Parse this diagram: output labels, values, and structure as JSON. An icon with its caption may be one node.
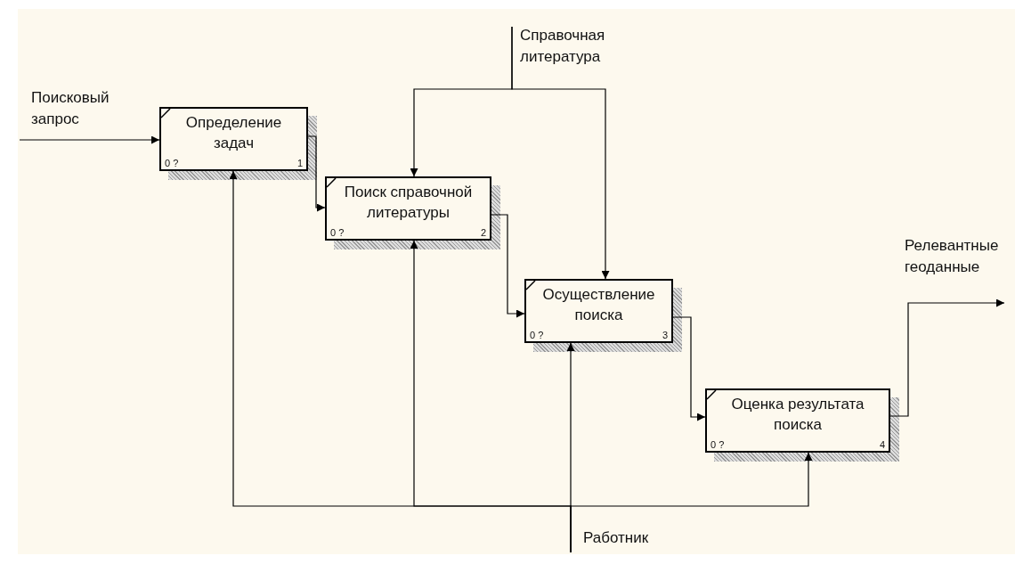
{
  "diagram": {
    "nodes": [
      {
        "text": [
          "Поисковый запрос"
        ]
      },
      {
        "text": [
          "Справочная литература"
        ]
      },
      {
        "text": [
          "Работник"
        ]
      },
      {
        "text": [
          "Релевантные геоданные"
        ]
      },
      {
        "text": [
          "Определение задач",
          "0 ?",
          "1"
        ]
      },
      {
        "text": [
          "Поиск справочной литературы",
          "0 ?",
          "2"
        ]
      },
      {
        "text": [
          "Осуществление поиска",
          "0 ?",
          "3"
        ]
      },
      {
        "text": [
          "Оценка результата поиска",
          "0 ?",
          "4"
        ]
      }
    ],
    "edges": [
      {
        "from": 0,
        "to": 4,
        "arrow": "to"
      },
      {
        "from": 4,
        "to": 5,
        "arrow": "to"
      },
      {
        "from": 5,
        "to": 6,
        "arrow": "to"
      },
      {
        "from": 6,
        "to": 7,
        "arrow": "to"
      },
      {
        "from": 1,
        "to": 5,
        "arrow": "to"
      },
      {
        "from": 1,
        "to": 6,
        "arrow": "to"
      },
      {
        "from": 2,
        "to": 4,
        "arrow": "to"
      },
      {
        "from": 2,
        "to": 5,
        "arrow": "to"
      },
      {
        "from": 2,
        "to": 6,
        "arrow": "to"
      },
      {
        "from": 2,
        "to": 7,
        "arrow": "to"
      },
      {
        "from": 7,
        "to": 3,
        "arrow": "to"
      }
    ]
  }
}
